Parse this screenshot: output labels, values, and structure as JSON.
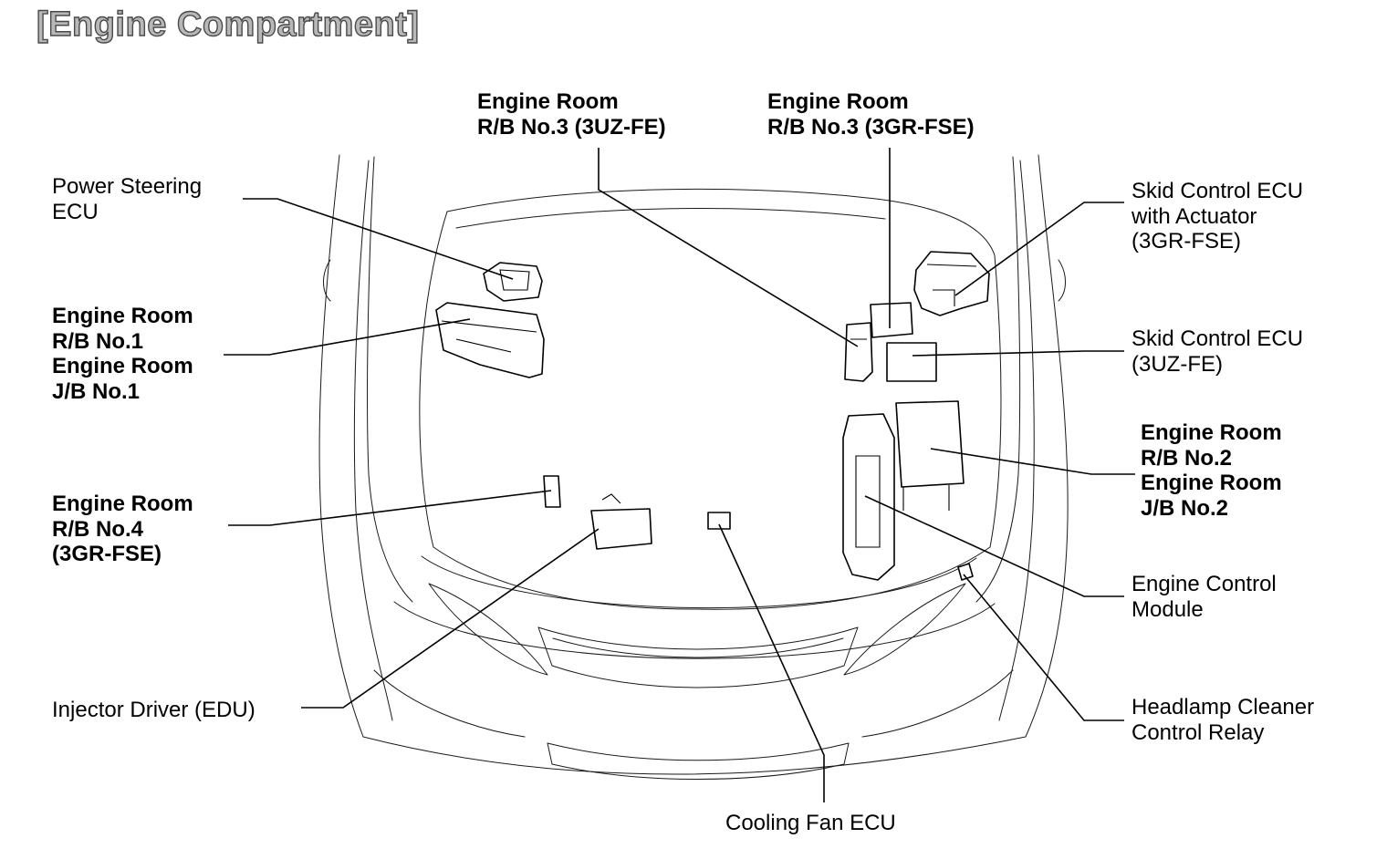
{
  "title": "[Engine Compartment]",
  "labels": {
    "ps_ecu": [
      "Power Steering",
      "ECU"
    ],
    "er_rb1": [
      "Engine Room",
      "R/B No.1",
      "Engine Room",
      "J/B No.1"
    ],
    "er_rb4": [
      "Engine Room",
      "R/B No.4",
      "(3GR-FSE)"
    ],
    "edu": [
      "Injector Driver (EDU)"
    ],
    "rb3_3uz": [
      "Engine Room",
      "R/B No.3 (3UZ-FE)"
    ],
    "rb3_3gr": [
      "Engine Room",
      "R/B No.3 (3GR-FSE)"
    ],
    "skid_act": [
      "Skid Control ECU",
      "with Actuator",
      "(3GR-FSE)"
    ],
    "skid_3uz": [
      "Skid Control ECU",
      "(3UZ-FE)"
    ],
    "er_rb2": [
      "Engine Room",
      "R/B No.2",
      "Engine Room",
      "J/B No.2"
    ],
    "ecm": [
      "Engine Control",
      "Module"
    ],
    "headlamp": [
      "Headlamp Cleaner",
      "Control Relay"
    ],
    "fan": [
      "Cooling Fan ECU"
    ]
  }
}
